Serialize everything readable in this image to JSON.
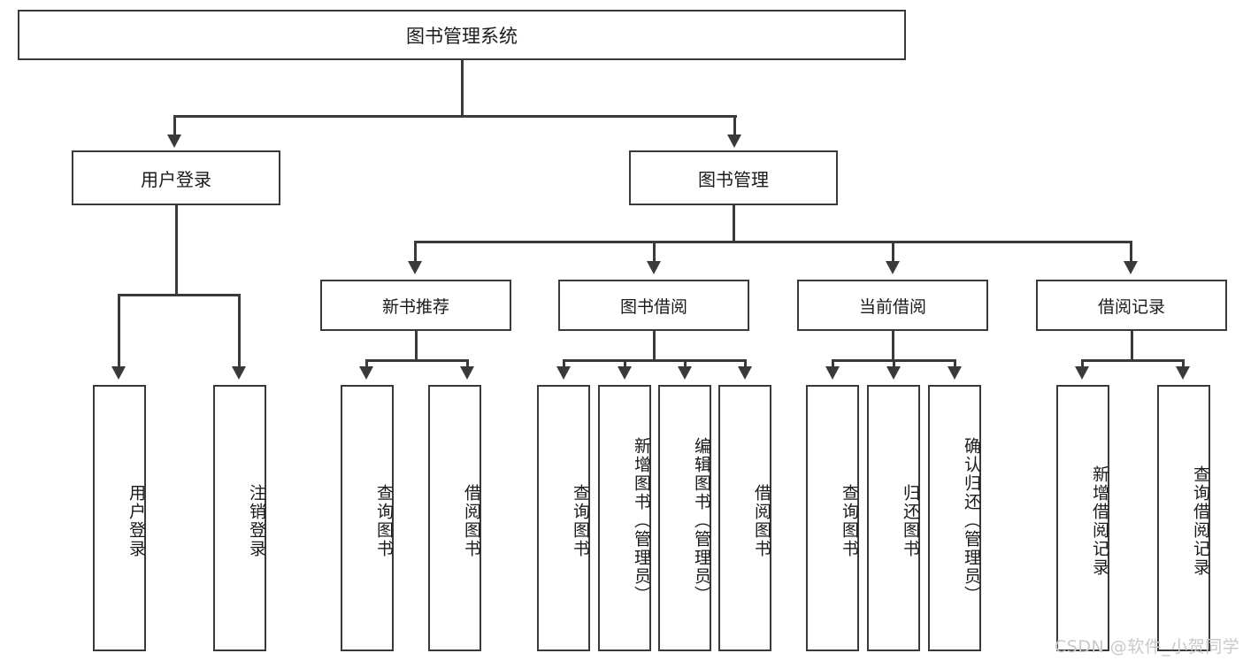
{
  "diagram": {
    "type": "tree",
    "title": "图书管理系统",
    "root": {
      "label": "图书管理系统"
    },
    "level2": [
      {
        "label": "用户登录"
      },
      {
        "label": "图书管理"
      }
    ],
    "level3": [
      {
        "label": "新书推荐"
      },
      {
        "label": "图书借阅"
      },
      {
        "label": "当前借阅"
      },
      {
        "label": "借阅记录"
      }
    ],
    "leaves": {
      "user_login": [
        {
          "label": "用户登录"
        },
        {
          "label": "注销登录"
        }
      ],
      "new_book_recommend": [
        {
          "label": "查询图书"
        },
        {
          "label": "借阅图书"
        }
      ],
      "book_borrow": [
        {
          "label": "查询图书"
        },
        {
          "label": "新增图书（管理员）"
        },
        {
          "label": "编辑图书（管理员）"
        },
        {
          "label": "借阅图书"
        }
      ],
      "current_borrow": [
        {
          "label": "查询图书"
        },
        {
          "label": "归还图书"
        },
        {
          "label": "确认归还（管理员）"
        }
      ],
      "borrow_record": [
        {
          "label": "新增借阅记录"
        },
        {
          "label": "查询借阅记录"
        }
      ]
    }
  },
  "watermark": {
    "text": "CSDN @软件_小贺同学"
  },
  "colors": {
    "stroke": "#3a3a3a",
    "background": "#ffffff",
    "text": "#1a1a1a",
    "watermark": "#c9c9c9"
  }
}
